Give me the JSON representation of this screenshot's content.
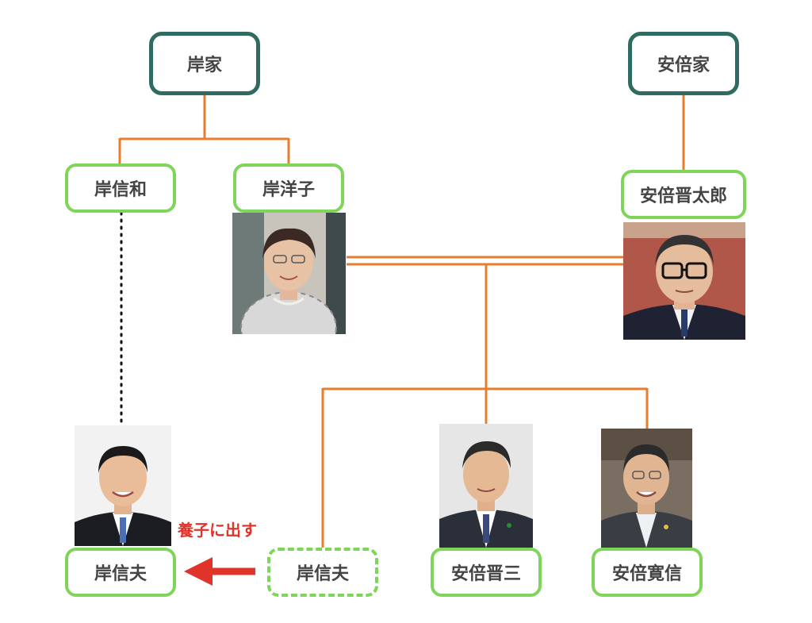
{
  "families": {
    "kishi": "岸家",
    "abe": "安倍家"
  },
  "people": {
    "kishi_nobukazu": "岸信和",
    "kishi_yoko": "岸洋子",
    "abe_shintaro": "安倍晋太郎",
    "kishi_nobuo_adopted": "岸信夫",
    "kishi_nobuo_birth": "岸信夫",
    "abe_shinzo": "安倍晋三",
    "abe_hironobu": "安倍寛信"
  },
  "annotation": {
    "adoption": "養子に出す"
  },
  "colors": {
    "family_border": "#2f6b62",
    "person_border": "#7fd45a",
    "connector": "#e87d2e",
    "arrow": "#e0342a"
  }
}
